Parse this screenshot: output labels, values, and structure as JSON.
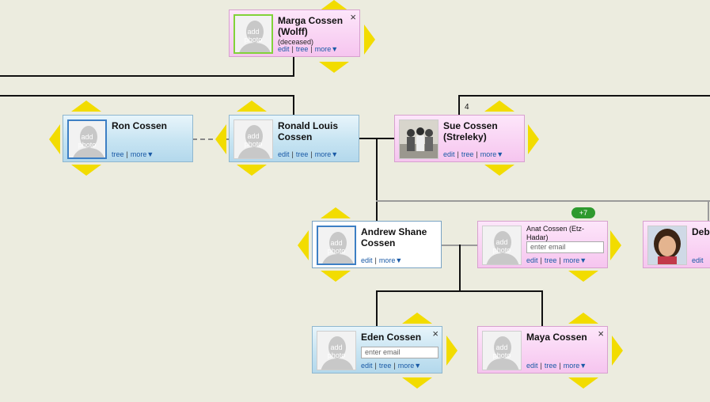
{
  "people": {
    "marga": {
      "name": "Marga Cossen (Wolff)",
      "sub": "(deceased)"
    },
    "ron": {
      "name": "Ron Cossen"
    },
    "ronald": {
      "name": "Ronald Louis Cossen"
    },
    "sue": {
      "name": "Sue Cossen (Streleky)"
    },
    "andrew": {
      "name": "Andrew Shane Cossen"
    },
    "anat": {
      "name": "Anat Cossen (Etz-Hadar)"
    },
    "debbie": {
      "name": "Debl"
    },
    "eden": {
      "name": "Eden Cossen"
    },
    "maya": {
      "name": "Maya Cossen"
    }
  },
  "links": {
    "edit": "edit",
    "tree": "tree",
    "more": "more"
  },
  "photo_placeholder": {
    "line1": "add",
    "line2": "photo"
  },
  "email_placeholder": "enter email",
  "close_glyph": "×",
  "dropdown_glyph": "▼",
  "badge": "+7",
  "sibling_count": "4",
  "colors": {
    "male_card": "#c7e4f2",
    "female_card": "#f6c5ef",
    "arrow": "#f2dc00",
    "link": "#1a5aa6",
    "badge": "#2e9a2e"
  }
}
